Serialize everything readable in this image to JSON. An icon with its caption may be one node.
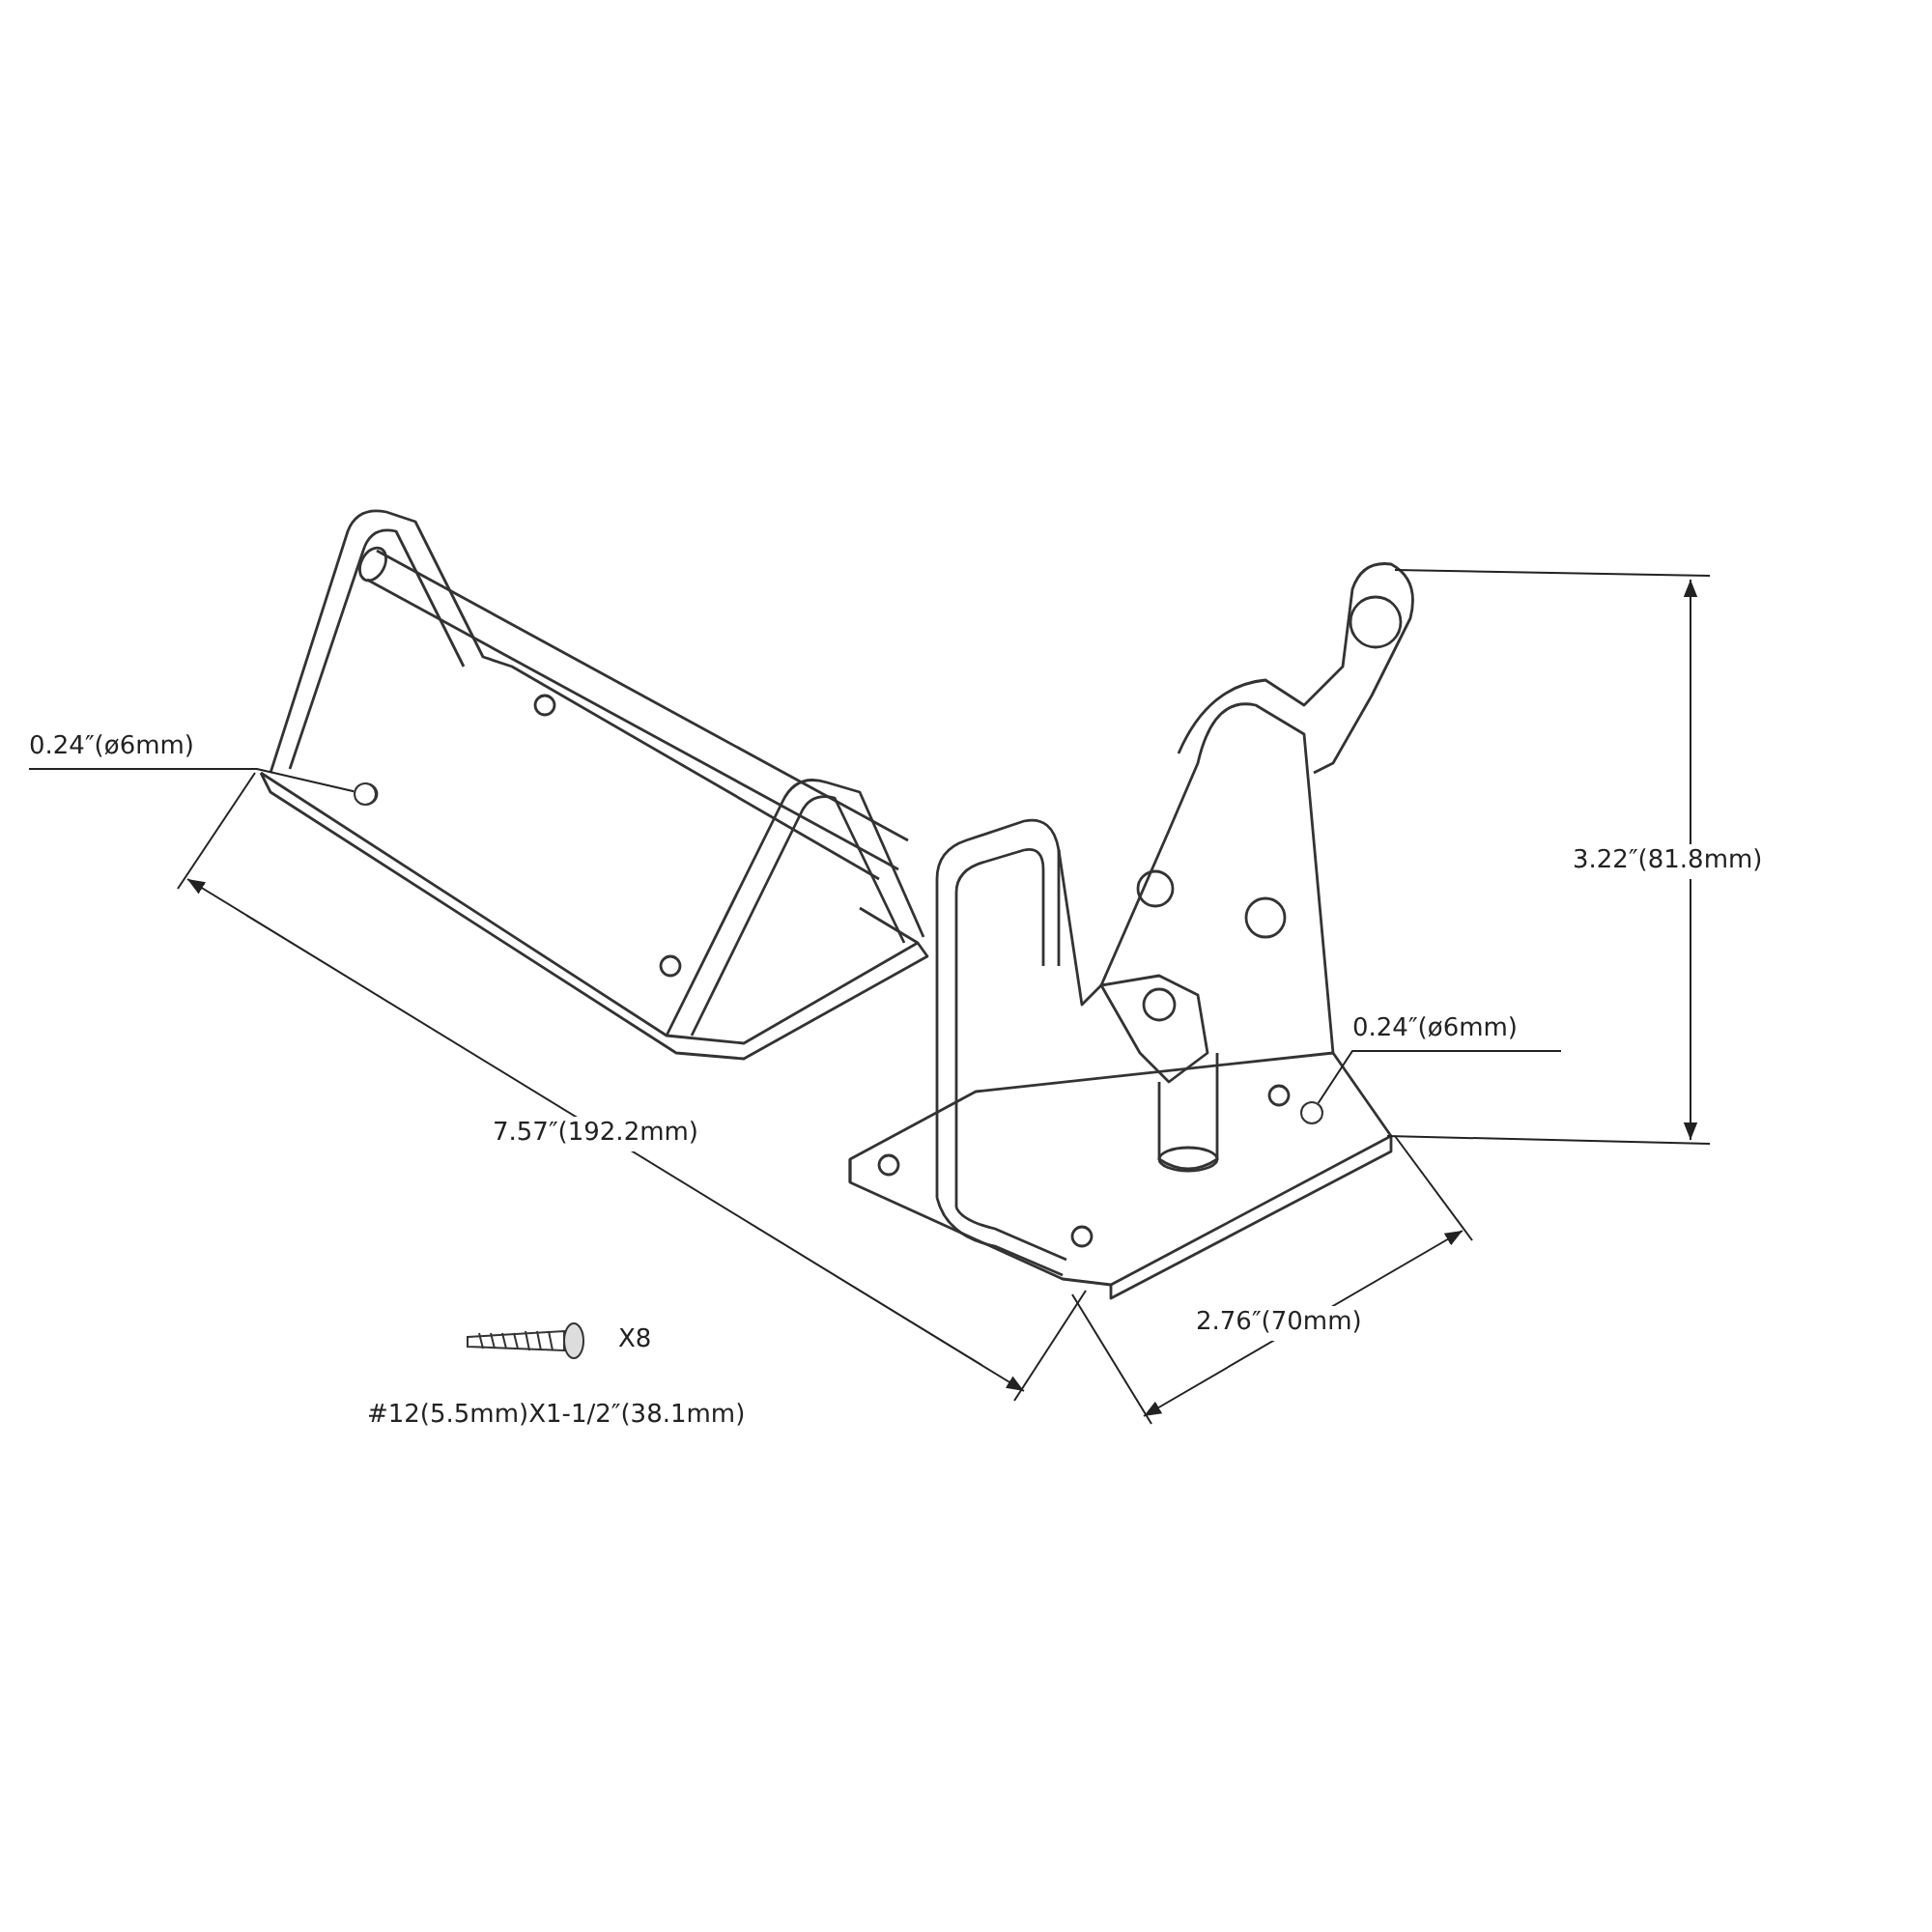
{
  "diagram": {
    "nodes": [
      {
        "text": [
          "0.24″(ø6mm)"
        ]
      },
      {
        "text": [],
        "shape": "circle"
      },
      {
        "text": [
          "0.24″(ø6mm)"
        ]
      },
      {
        "text": [],
        "shape": "circle"
      }
    ],
    "edges": [
      {
        "from": 0,
        "to": 1,
        "arrow": "none"
      },
      {
        "from": 2,
        "to": 3,
        "arrow": "none"
      }
    ],
    "labels": [
      "3.22″(81.8mm)",
      "7.57″(192.2mm)",
      "2.76″(70mm)",
      "X8",
      "#12(5.5mm)X1-1/2″(38.1mm)"
    ]
  }
}
